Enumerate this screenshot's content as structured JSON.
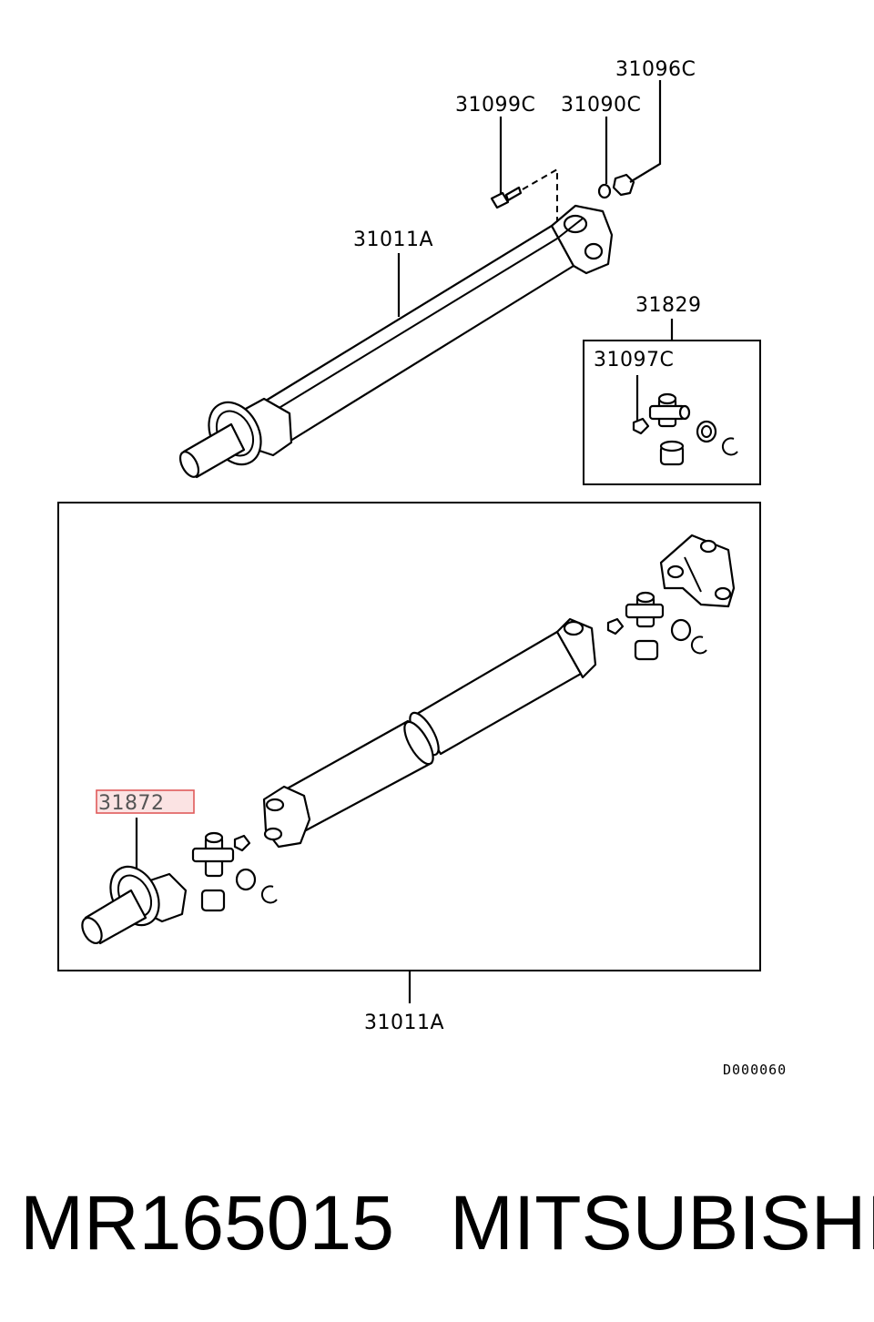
{
  "callouts": {
    "part_31096C": "31096C",
    "part_31099C": "31099C",
    "part_31090C": "31090C",
    "part_31011A_top": "31011A",
    "part_31829": "31829",
    "part_31097C": "31097C",
    "part_31872": "31872",
    "part_31011A_bottom": "31011A"
  },
  "diagram_code": "D000060",
  "footer": {
    "part_number": "MR165015",
    "brand": "MITSUBISHI"
  },
  "highlight": {
    "color": "#e05a5a",
    "fill": "#fbe3e3",
    "target": "31872"
  },
  "icons": [
    "drive-shaft",
    "universal-joint",
    "bolt",
    "nut",
    "washer",
    "snap-ring",
    "flange-yoke",
    "center-bearing"
  ]
}
